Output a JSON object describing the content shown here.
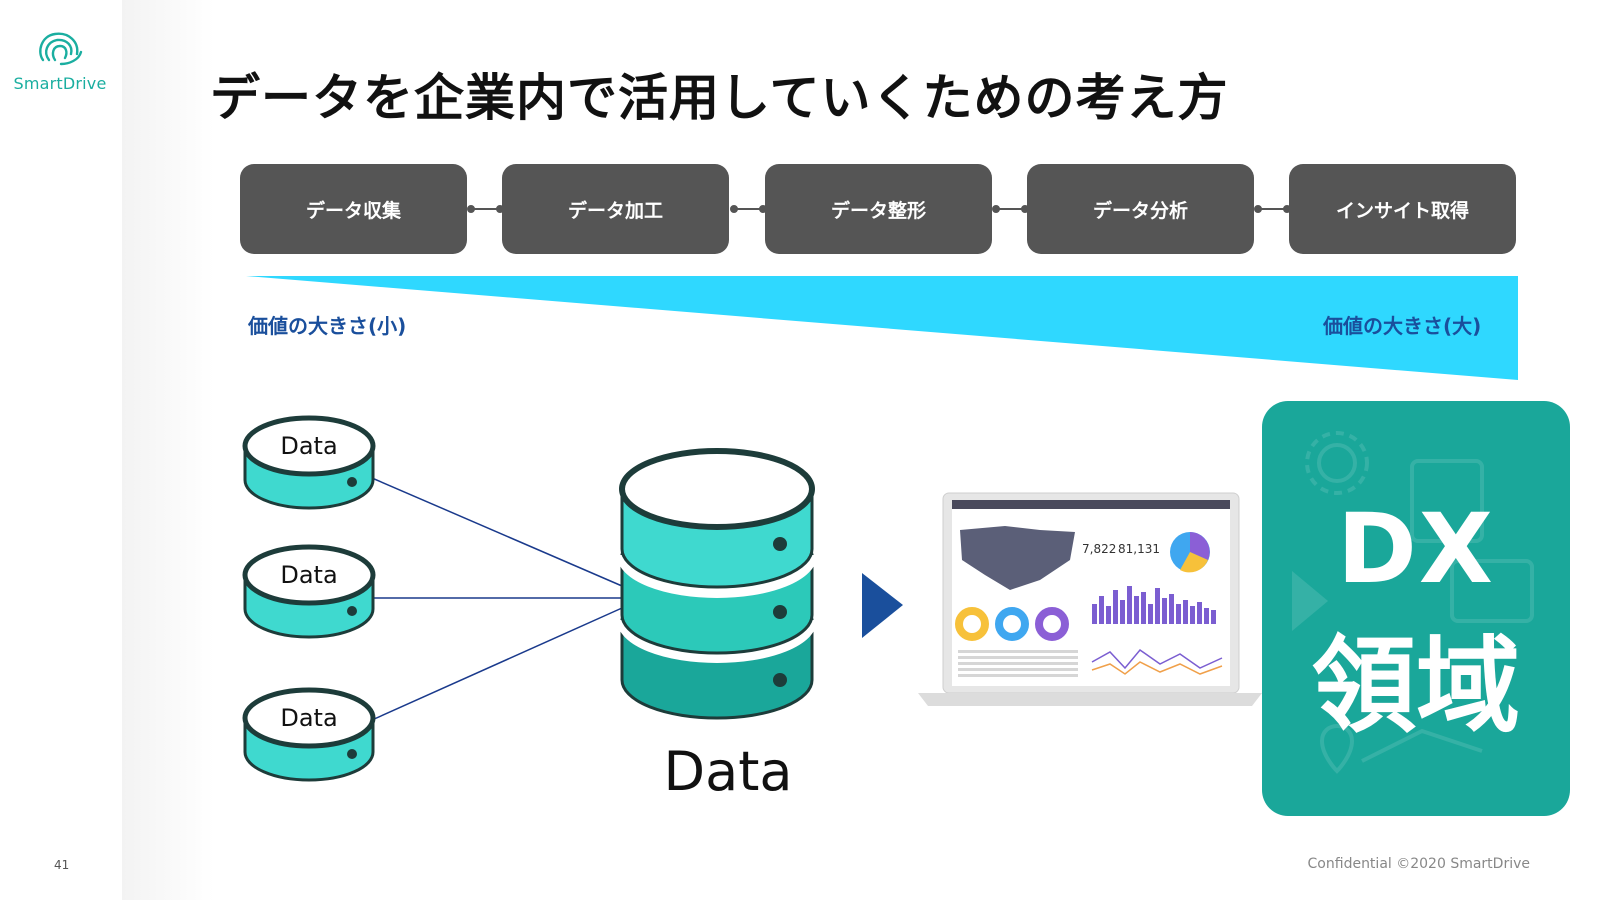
{
  "logo": {
    "text": "SmartDrive"
  },
  "slide": {
    "title": "データを企業内で活用していくための考え方",
    "page_number": "41"
  },
  "footer": {
    "confidential": "Confidential  ©2020 SmartDrive"
  },
  "steps": [
    "データ収集",
    "データ加工",
    "データ整形",
    "データ分析",
    "インサイト取得"
  ],
  "value": {
    "low_label": "価値の大きさ(小)",
    "high_label": "価値の大きさ(大)"
  },
  "sources": {
    "labels": [
      "Data",
      "Data",
      "Data"
    ]
  },
  "hub": {
    "label": "Data"
  },
  "dx": {
    "line1": "DX",
    "line2": "領域"
  },
  "dashboard": {
    "kpi1": "7,822",
    "kpi2": "81,131"
  },
  "colors": {
    "teal": "#1aa79a",
    "teal_light": "#3fd9cf",
    "gradient": "#2fd8ff",
    "step_bg": "#555555",
    "label_blue": "#1a4f9c",
    "arrow": "#1a4f9c"
  },
  "icons": [
    "logo-icon",
    "play-arrow-icon",
    "laptop-icon",
    "database-icon",
    "gear-icon",
    "location-icon"
  ]
}
